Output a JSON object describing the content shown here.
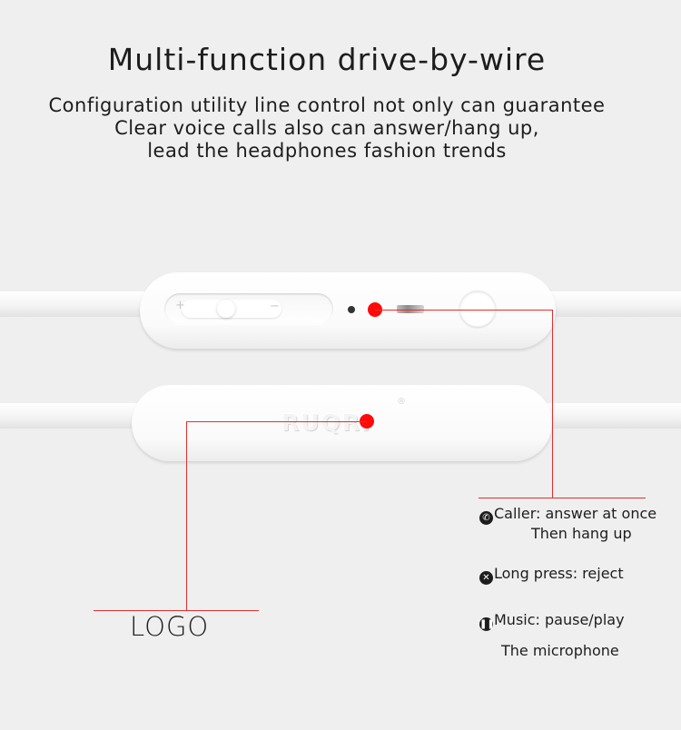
{
  "heading": {
    "title": "Multi-function drive-by-wire",
    "lines": [
      "Configuration utility line control not only can guarantee",
      "Clear voice calls also can answer/hang up,",
      "lead the headphones fashion trends"
    ]
  },
  "remote": {
    "rocker_plus": "+",
    "rocker_minus": "−",
    "brand_emboss": "RUQRI",
    "registered_mark": "®"
  },
  "logo_callout": {
    "label": "LOGO"
  },
  "legend": {
    "call_icon": "phone-icon",
    "call_line1": "Caller: answer at once",
    "call_line2": "Then hang up",
    "reject_icon": "reject-icon",
    "reject": "Long press: reject",
    "music_icon": "pause-icon",
    "music": "Music: pause/play",
    "microphone": "The microphone"
  },
  "colors": {
    "callout_red": "#e23030",
    "dot_red": "#ff0a0a"
  }
}
